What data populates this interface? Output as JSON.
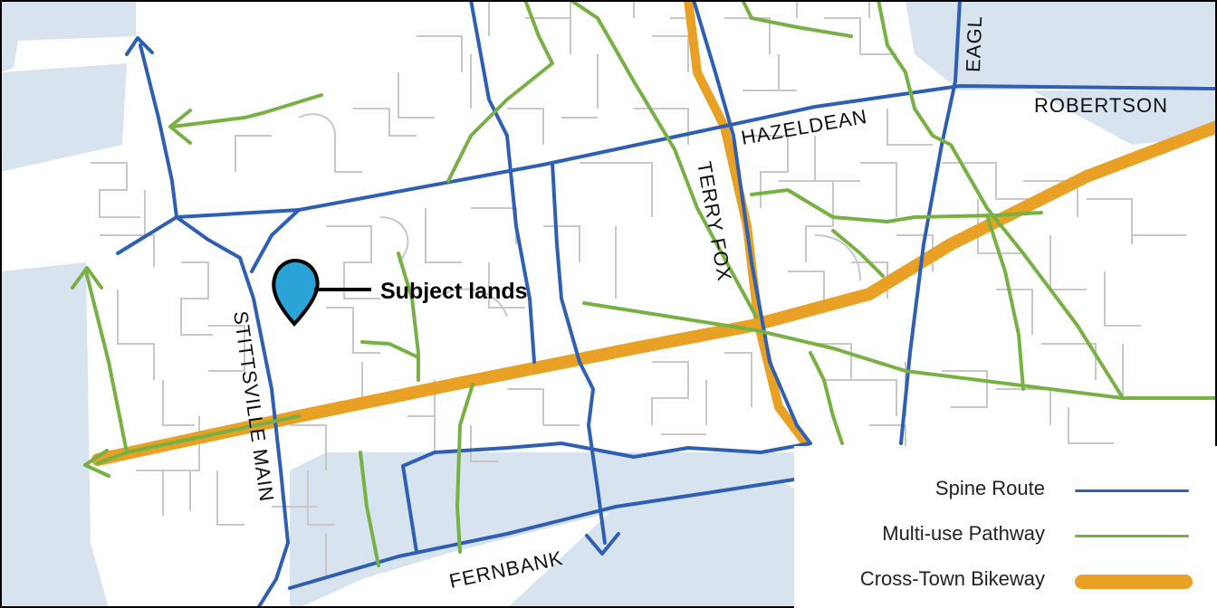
{
  "map": {
    "road_labels": {
      "robertson": "ROBERTSON",
      "hazeldean": "HAZELDEAN",
      "terry_fox": "TERRY FOX",
      "stittsville_main": "STITTSVILLE MAIN",
      "fernbank": "FERNBANK",
      "eagleson_partial": "EAGL"
    },
    "subject": {
      "label": "Subject lands",
      "marker_color": "#2aa4d6"
    }
  },
  "legend": {
    "items": [
      {
        "label": "Spine Route",
        "color": "#2f5fb3"
      },
      {
        "label": "Multi-use Pathway",
        "color": "#77b043"
      },
      {
        "label": "Cross-Town Bikeway",
        "color": "#e8a025"
      }
    ]
  },
  "colors": {
    "water": "#d7e3ee",
    "streets": "#c8c8c8",
    "spine_route": "#2f5fb3",
    "multi_use_pathway": "#77b043",
    "cross_town_bikeway": "#e8a025"
  }
}
